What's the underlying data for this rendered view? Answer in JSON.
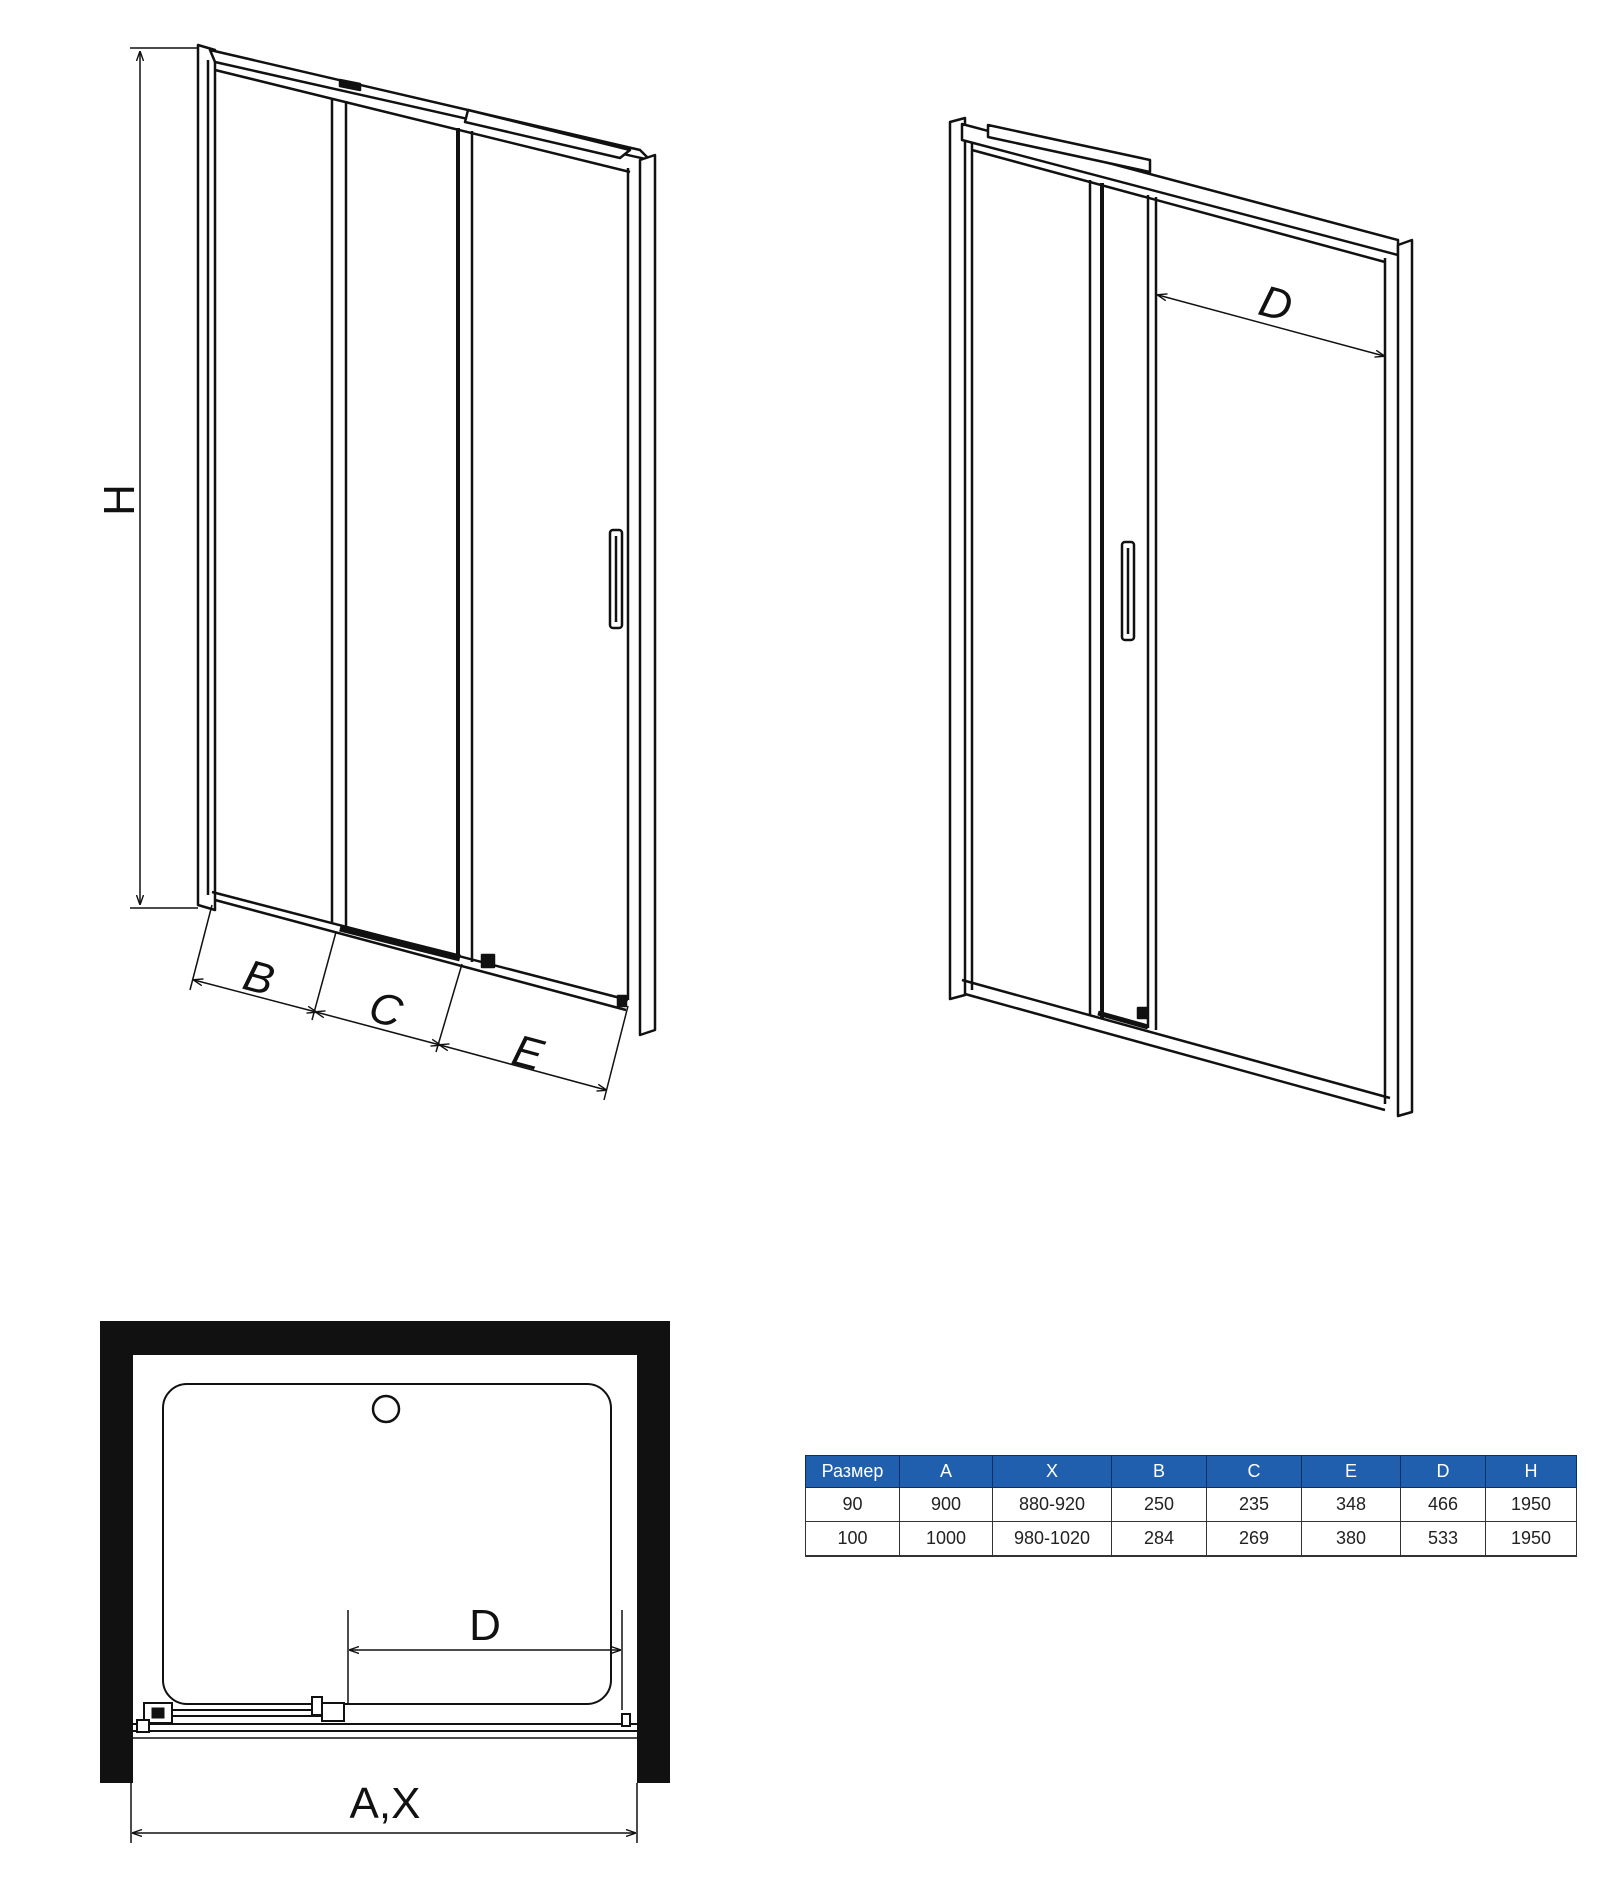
{
  "labels": {
    "front": {
      "h": "H",
      "b": "B",
      "c": "C",
      "e": "E"
    },
    "rear": {
      "d": "D"
    },
    "plan": {
      "d": "D",
      "ax": "A,X"
    }
  },
  "table": {
    "headers": [
      "Размер",
      "A",
      "X",
      "B",
      "C",
      "E",
      "D",
      "H"
    ],
    "rows": [
      [
        "90",
        "900",
        "880-920",
        "250",
        "235",
        "348",
        "466",
        "1950"
      ],
      [
        "100",
        "1000",
        "980-1020",
        "284",
        "269",
        "380",
        "533",
        "1950"
      ]
    ]
  },
  "colors": {
    "line": "#111111",
    "header": "#1f5fae",
    "wall": "#111111"
  }
}
